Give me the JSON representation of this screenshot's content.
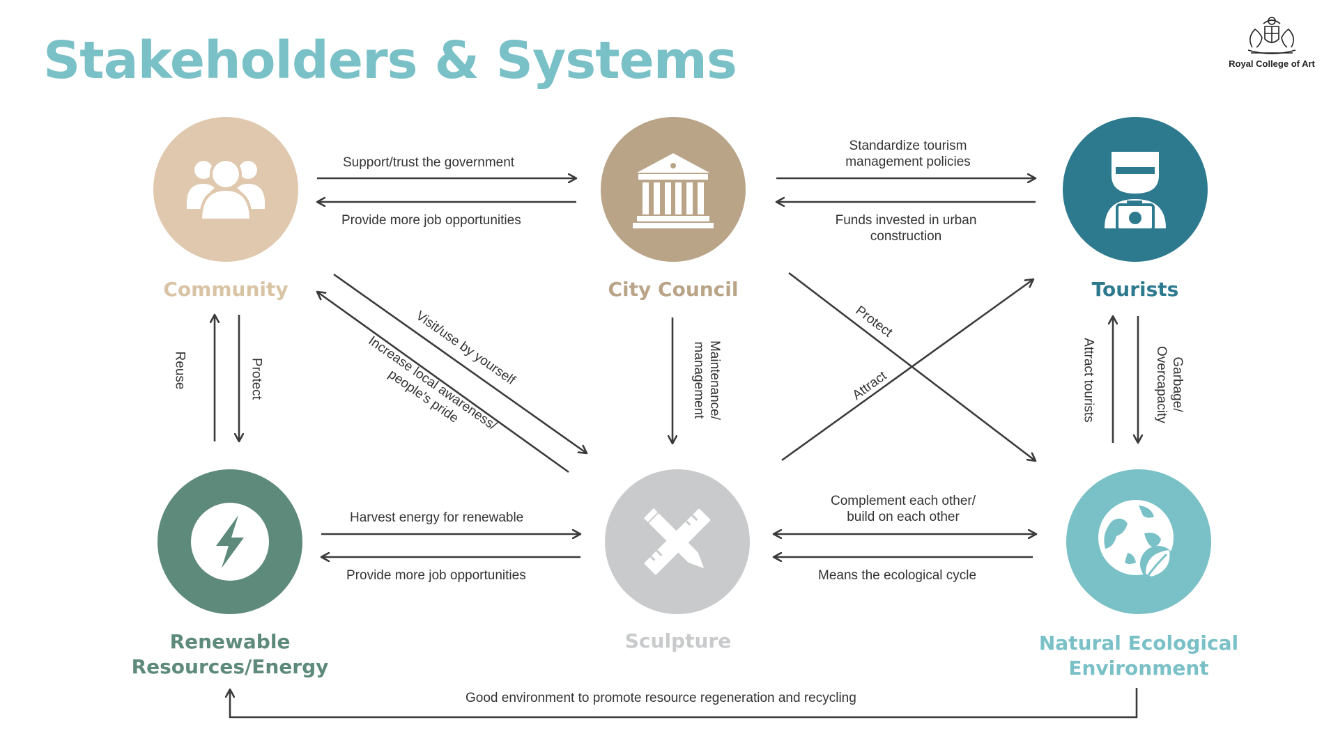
{
  "title": "Stakeholders & Systems",
  "logo": {
    "text": "Royal College of Art",
    "icon": "royal-crest"
  },
  "nodes": {
    "community": {
      "label": "Community",
      "icon": "people-group",
      "color": "#dfc8ad",
      "label_color": "#d9c3a5"
    },
    "city_council": {
      "label": "City Council",
      "icon": "government-building",
      "color": "#b9a488",
      "label_color": "#b9a488"
    },
    "tourists": {
      "label": "Tourists",
      "icon": "tourist-camera",
      "color": "#2d7a8f",
      "label_color": "#2d7a8f"
    },
    "renewable": {
      "label": "Renewable Resources/Energy",
      "icon": "lightning-bolt",
      "color": "#5e8a7c",
      "label_color": "#5e8a7c"
    },
    "sculpture": {
      "label": "Sculpture",
      "icon": "pencil-ruler",
      "color": "#c8cacb",
      "label_color": "#c8cacb"
    },
    "natural": {
      "label": "Natural Ecological Environment",
      "icon": "globe-leaf",
      "color": "#79c0c7",
      "label_color": "#79c0c7"
    }
  },
  "edges": {
    "community_to_council": "Support/trust the government",
    "council_to_community": "Provide more job opportunities",
    "council_to_tourists": "Standardize tourism management policies",
    "tourists_to_council": "Funds invested in urban construction",
    "community_to_renewable": "Protect",
    "renewable_to_community": "Reuse",
    "community_to_sculpture": "Visit/use by yourself",
    "sculpture_to_community": "Increase local awareness/ people's pride",
    "council_to_sculpture": "Maintenance/ management",
    "council_to_natural": "Protect",
    "sculpture_to_tourists": "Attract",
    "natural_to_tourists": "Attract tourists",
    "tourists_to_natural": "Garbage/ Overcapacity",
    "renewable_to_sculpture": "Harvest energy for renewable",
    "sculpture_to_renewable": "Provide more job opportunities",
    "sculpture_natural_mutual": "Complement each other/ build on each other",
    "natural_to_sculpture": "Means the ecological cycle",
    "natural_to_renewable": "Good environment to promote resource regeneration and recycling"
  }
}
